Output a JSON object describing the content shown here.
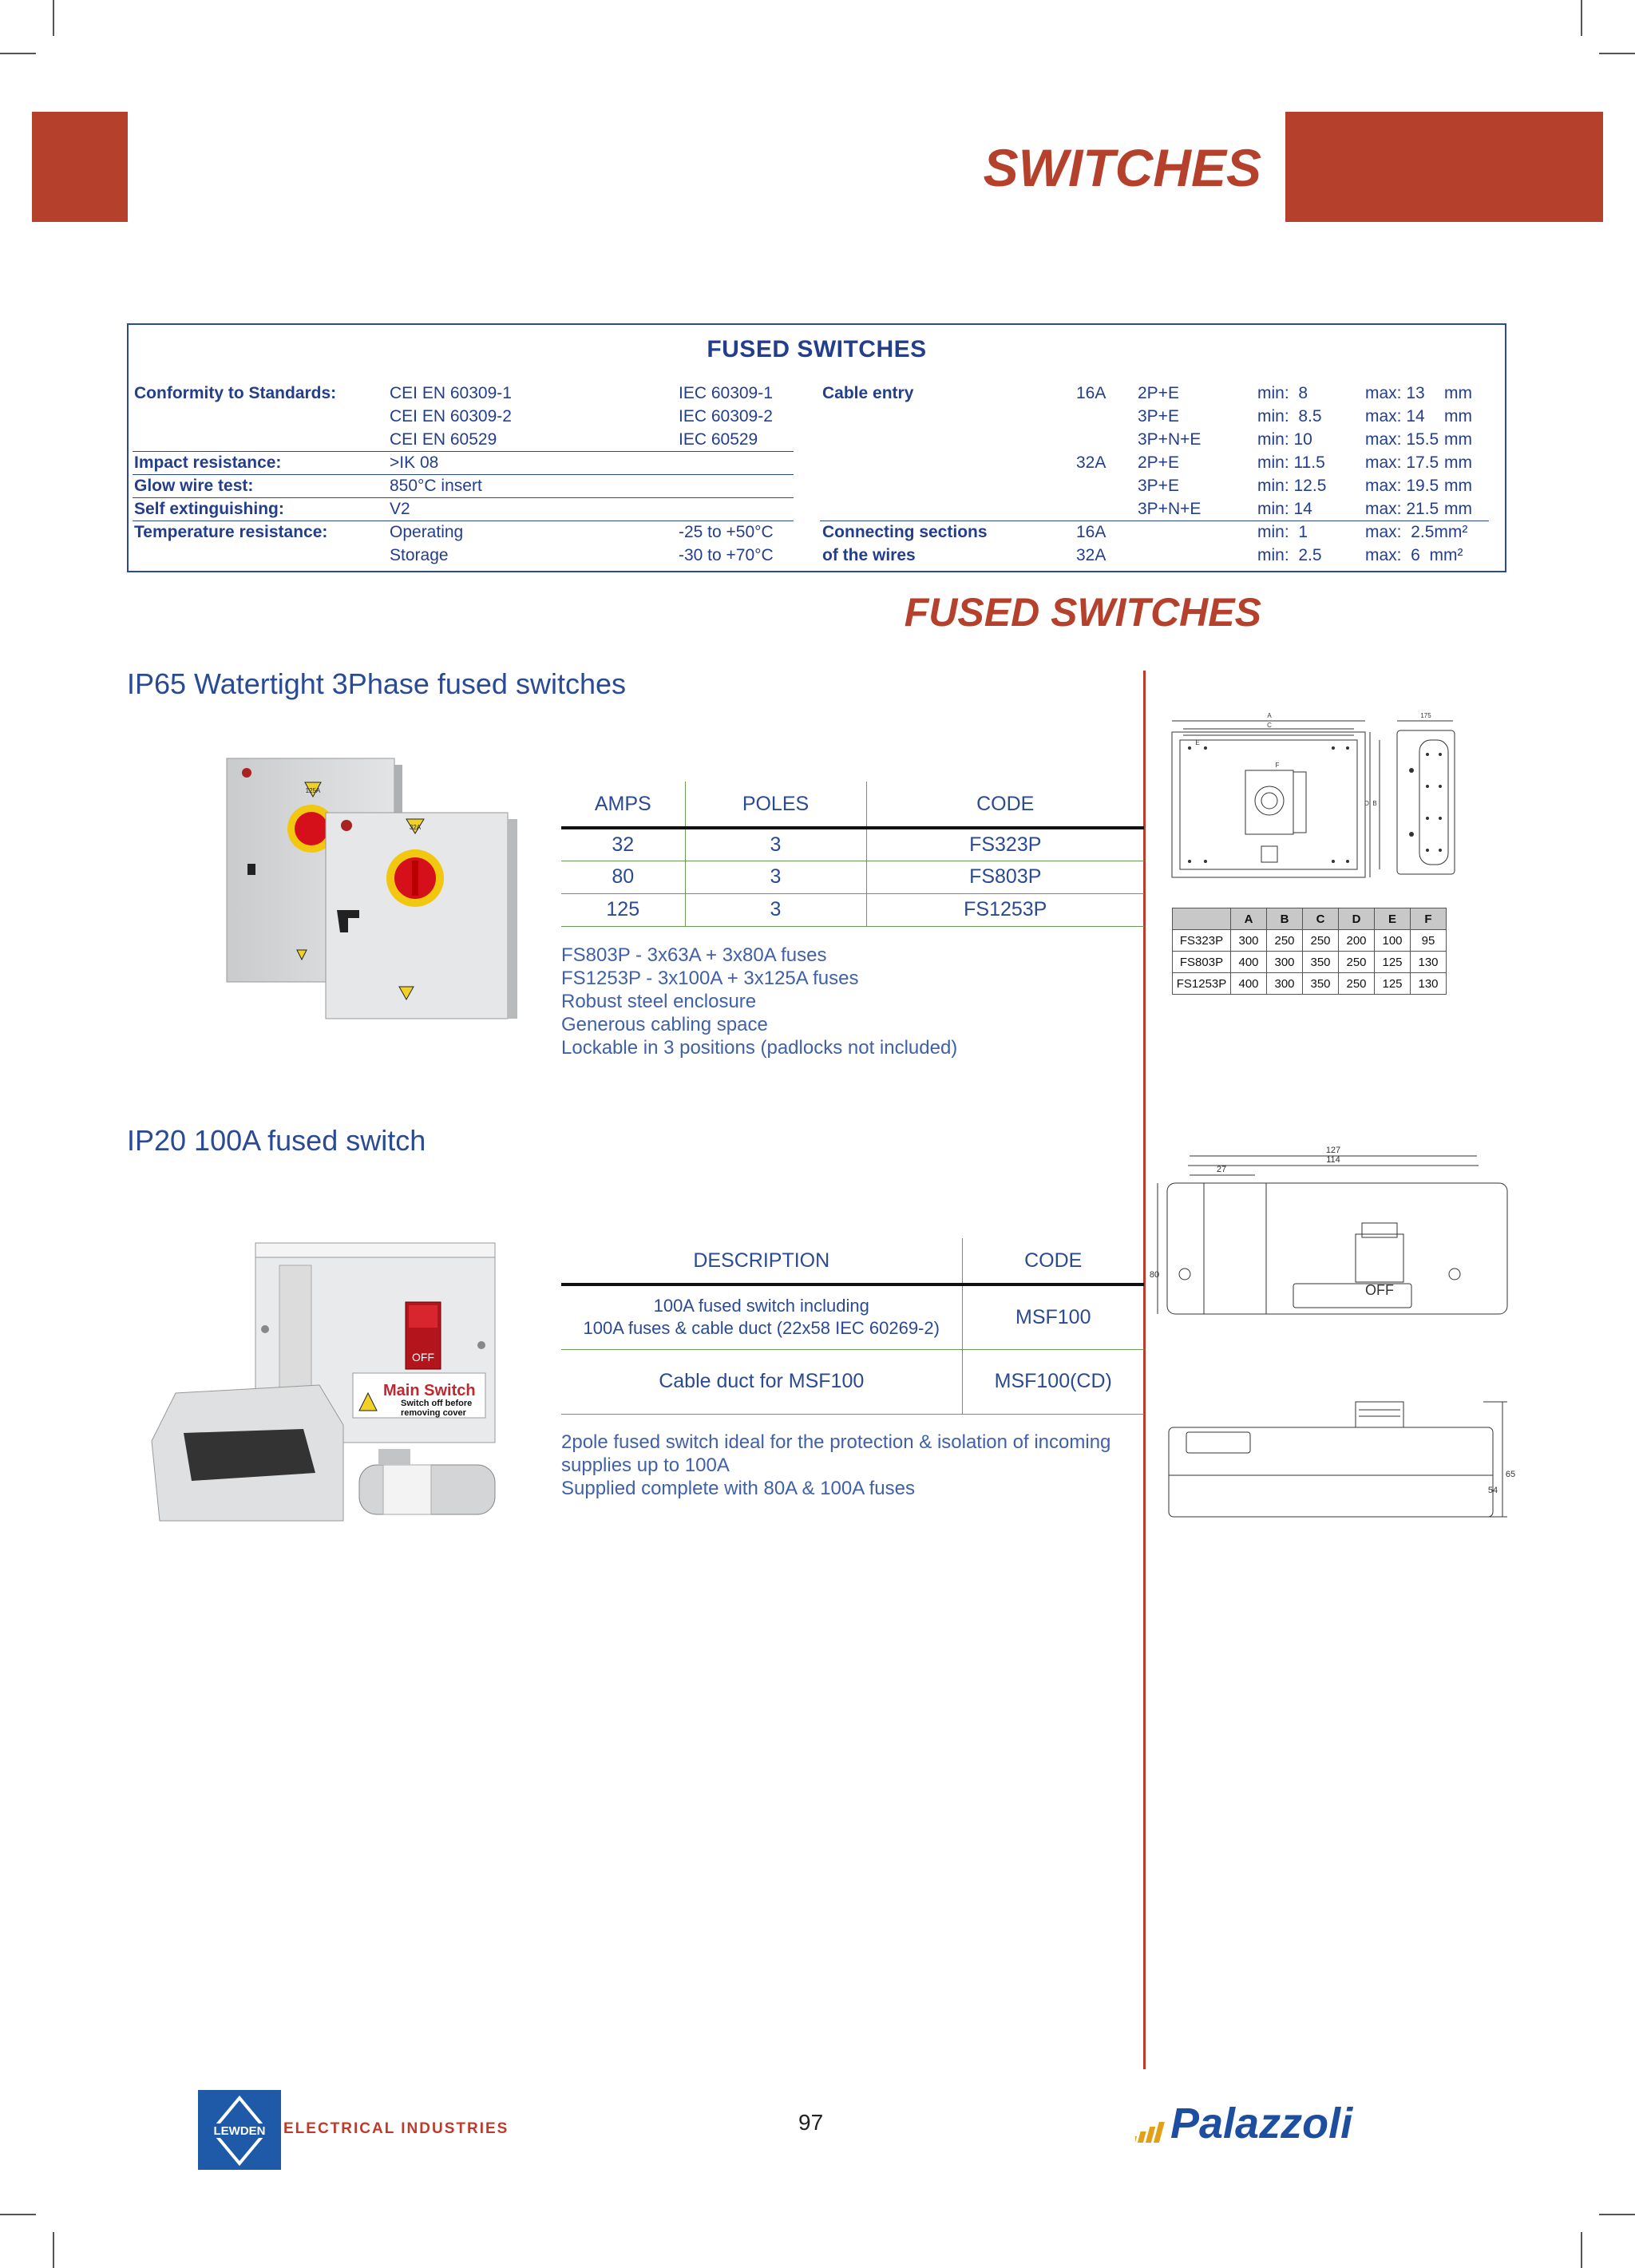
{
  "header": {
    "title": "SWITCHES"
  },
  "spec": {
    "title": "FUSED SWITCHES",
    "left": [
      {
        "label": "Conformity to Standards:",
        "col1": [
          "CEI EN 60309-1",
          "CEI EN 60309-2",
          "CEI EN 60529"
        ],
        "col2": [
          "IEC 60309-1",
          "IEC 60309-2",
          "IEC 60529"
        ]
      },
      {
        "label": "Impact resistance:",
        "value": ">IK 08"
      },
      {
        "label": "Glow wire test:",
        "value": "850°C insert"
      },
      {
        "label": "Self extinguishing:",
        "value": "V2"
      },
      {
        "label": "Temperature resistance:",
        "rows": [
          [
            "Operating",
            "-25 to +50°C"
          ],
          [
            "Storage",
            "-30 to +70°C"
          ]
        ]
      }
    ],
    "cable_entry": {
      "label": "Cable entry",
      "rows": [
        [
          "16A",
          "2P+E",
          "min:  8",
          "max: 13",
          "mm"
        ],
        [
          "",
          "3P+E",
          "min:  8.5",
          "max: 14",
          "mm"
        ],
        [
          "",
          "3P+N+E",
          "min: 10",
          "max: 15.5",
          "mm"
        ],
        [
          "32A",
          "2P+E",
          "min: 11.5",
          "max: 17.5",
          "mm"
        ],
        [
          "",
          "3P+E",
          "min: 12.5",
          "max: 19.5",
          "mm"
        ],
        [
          "",
          "3P+N+E",
          "min: 14",
          "max: 21.5",
          "mm"
        ]
      ]
    },
    "connecting": {
      "label1": "Connecting sections",
      "label2": "of the wires",
      "rows": [
        [
          "16A",
          "min:  1",
          "max:  2.5mm²"
        ],
        [
          "32A",
          "min:  2.5",
          "max:  6  mm²"
        ]
      ]
    }
  },
  "section_title": "FUSED SWITCHES",
  "ip65": {
    "heading": "IP65 Watertight 3Phase fused switches",
    "columns": [
      "AMPS",
      "POLES",
      "CODE"
    ],
    "rows": [
      [
        "32",
        "3",
        "FS323P"
      ],
      [
        "80",
        "3",
        "FS803P"
      ],
      [
        "125",
        "3",
        "FS1253P"
      ]
    ],
    "notes": [
      "FS803P - 3x63A + 3x80A fuses",
      "FS1253P - 3x100A + 3x125A fuses",
      "Robust steel enclosure",
      "Generous cabling space",
      "Lockable in 3 positions (padlocks not included)"
    ],
    "photo": {
      "label_a": "125A",
      "label_b": "32A"
    },
    "drawing": {
      "dim_top": "175",
      "letters": [
        "A",
        "C",
        "E",
        "F",
        "B",
        "D"
      ]
    },
    "dim_table": {
      "columns": [
        "",
        "A",
        "B",
        "C",
        "D",
        "E",
        "F"
      ],
      "rows": [
        [
          "FS323P",
          "300",
          "250",
          "250",
          "200",
          "100",
          "95"
        ],
        [
          "FS803P",
          "400",
          "300",
          "350",
          "250",
          "125",
          "130"
        ],
        [
          "FS1253P",
          "400",
          "300",
          "350",
          "250",
          "125",
          "130"
        ]
      ]
    }
  },
  "ip20": {
    "heading": "IP20 100A fused switch",
    "columns": [
      "DESCRIPTION",
      "CODE"
    ],
    "rows": [
      {
        "desc": [
          "100A fused switch including",
          "100A fuses & cable duct (22x58 IEC 60269-2)"
        ],
        "code": "MSF100"
      },
      {
        "desc": [
          "Cable duct for MSF100"
        ],
        "code": "MSF100(CD)"
      }
    ],
    "notes": [
      "2pole fused switch ideal for the protection & isolation of incoming",
      "supplies up to 100A",
      "Supplied complete with 80A & 100A fuses"
    ],
    "photo": {
      "off": "OFF",
      "main": "Main Switch",
      "sub1": "Switch off before",
      "sub2": "removing cover"
    },
    "drawing": {
      "d127": "127",
      "d114": "114",
      "d27": "27",
      "d80": "80",
      "off": "OFF",
      "d54": "54",
      "d65": "65"
    }
  },
  "footer": {
    "page": "97",
    "lewden_box": "LEWDEN",
    "lewden_text": "ELECTRICAL INDUSTRIES",
    "palazzoli": "Palazzoli"
  }
}
